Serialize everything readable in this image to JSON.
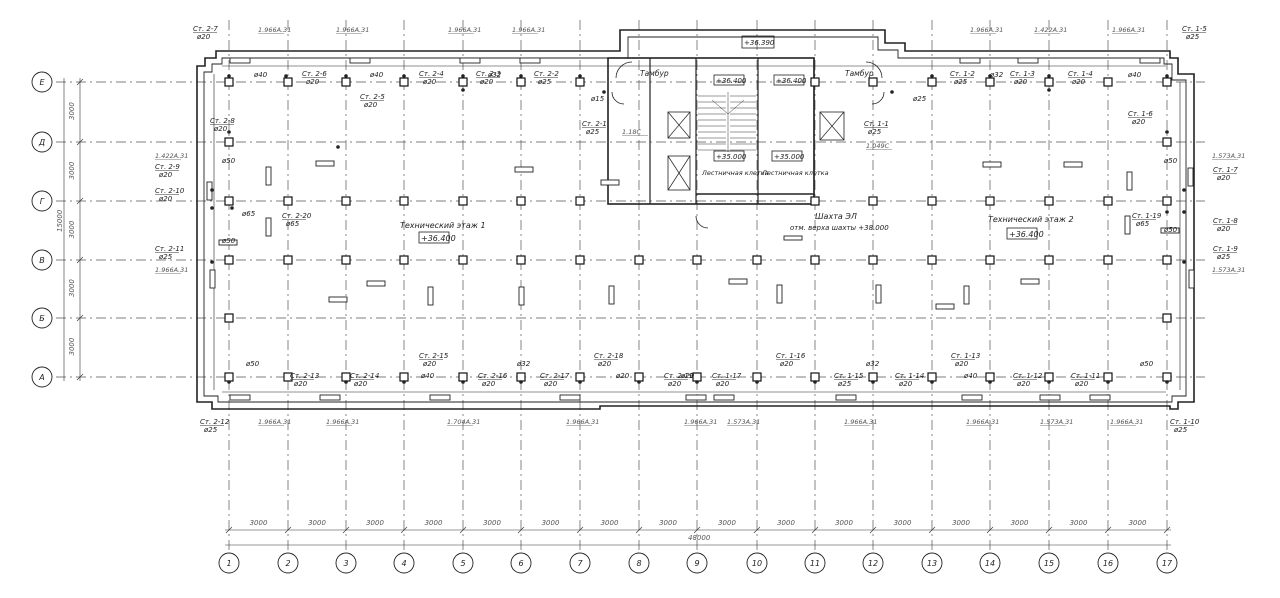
{
  "axes": {
    "columns": [
      "1",
      "2",
      "3",
      "4",
      "5",
      "6",
      "7",
      "8",
      "9",
      "10",
      "11",
      "12",
      "13",
      "14",
      "15",
      "16",
      "17"
    ],
    "rows": [
      "Е",
      "Д",
      "Г",
      "В",
      "Б",
      "А"
    ]
  },
  "dimensions": {
    "bay": "3000",
    "total_x": "48000",
    "total_y": "15000"
  },
  "rooms": {
    "tech1": "Технический этаж 1",
    "tech2": "Технический этаж 2",
    "tambur": "Тамбур",
    "stair": "Лестничная клетка",
    "shaft": "Шахта ЭЛ",
    "shaft_note": "отм. верха шахты +38.000"
  },
  "levels": {
    "top": "+36.390",
    "main": "+36.400",
    "stair": "+35.000"
  },
  "risers": [
    {
      "id": "Ст. 2-7",
      "d": "ø20"
    },
    {
      "id": "Ст. 2-6",
      "d": "ø20"
    },
    {
      "id": "Ст. 2-5",
      "d": "ø20"
    },
    {
      "id": "Ст. 2-4",
      "d": "ø20"
    },
    {
      "id": "Ст. 2-3",
      "d": "ø20"
    },
    {
      "id": "Ст. 2-2",
      "d": "ø25"
    },
    {
      "id": "Ст. 2-1",
      "d": "ø25"
    },
    {
      "id": "Ст. 2-8",
      "d": "ø20"
    },
    {
      "id": "Ст. 2-9",
      "d": "ø20"
    },
    {
      "id": "Ст. 2-10",
      "d": "ø20"
    },
    {
      "id": "Ст. 2-20",
      "d": "ø65"
    },
    {
      "id": "Ст. 2-11",
      "d": "ø25"
    },
    {
      "id": "Ст. 2-12",
      "d": "ø25"
    },
    {
      "id": "Ст. 2-13",
      "d": "ø20"
    },
    {
      "id": "Ст. 2-14",
      "d": "ø20"
    },
    {
      "id": "Ст. 2-15",
      "d": "ø20"
    },
    {
      "id": "Ст. 2-16",
      "d": "ø20"
    },
    {
      "id": "Ст. 2-17",
      "d": "ø20"
    },
    {
      "id": "Ст. 2-18",
      "d": "ø20"
    },
    {
      "id": "Ст. 2-19",
      "d": "ø20"
    },
    {
      "id": "Ст. 1-17",
      "d": "ø20"
    },
    {
      "id": "Ст. 1-16",
      "d": "ø20"
    },
    {
      "id": "Ст. 1-15",
      "d": "ø25"
    },
    {
      "id": "Ст. 1-14",
      "d": "ø20"
    },
    {
      "id": "Ст. 1-13",
      "d": "ø20"
    },
    {
      "id": "Ст. 1-12",
      "d": "ø20"
    },
    {
      "id": "Ст. 1-11",
      "d": "ø20"
    },
    {
      "id": "Ст. 1-10",
      "d": "ø25"
    },
    {
      "id": "Ст. 1-9",
      "d": "ø25"
    },
    {
      "id": "Ст. 1-8",
      "d": "ø20"
    },
    {
      "id": "Ст. 1-19",
      "d": "ø65"
    },
    {
      "id": "Ст. 1-7",
      "d": "ø20"
    },
    {
      "id": "Ст. 1-6",
      "d": "ø20"
    },
    {
      "id": "Ст. 1-5",
      "d": "ø25"
    },
    {
      "id": "Ст. 1-4",
      "d": "ø20"
    },
    {
      "id": "Ст. 1-3",
      "d": "ø20"
    },
    {
      "id": "Ст. 1-2",
      "d": "ø25"
    },
    {
      "id": "Ст. 1-1",
      "d": "ø25"
    }
  ],
  "pipe_diams": [
    "ø40",
    "ø32",
    "ø50",
    "ø65",
    "ø15",
    "ø20",
    "ø25"
  ],
  "radiators": [
    "1.966А.31",
    "1.422А.31",
    "1.573А.31",
    "1.704А.31",
    "1.18С",
    "1.049С"
  ]
}
